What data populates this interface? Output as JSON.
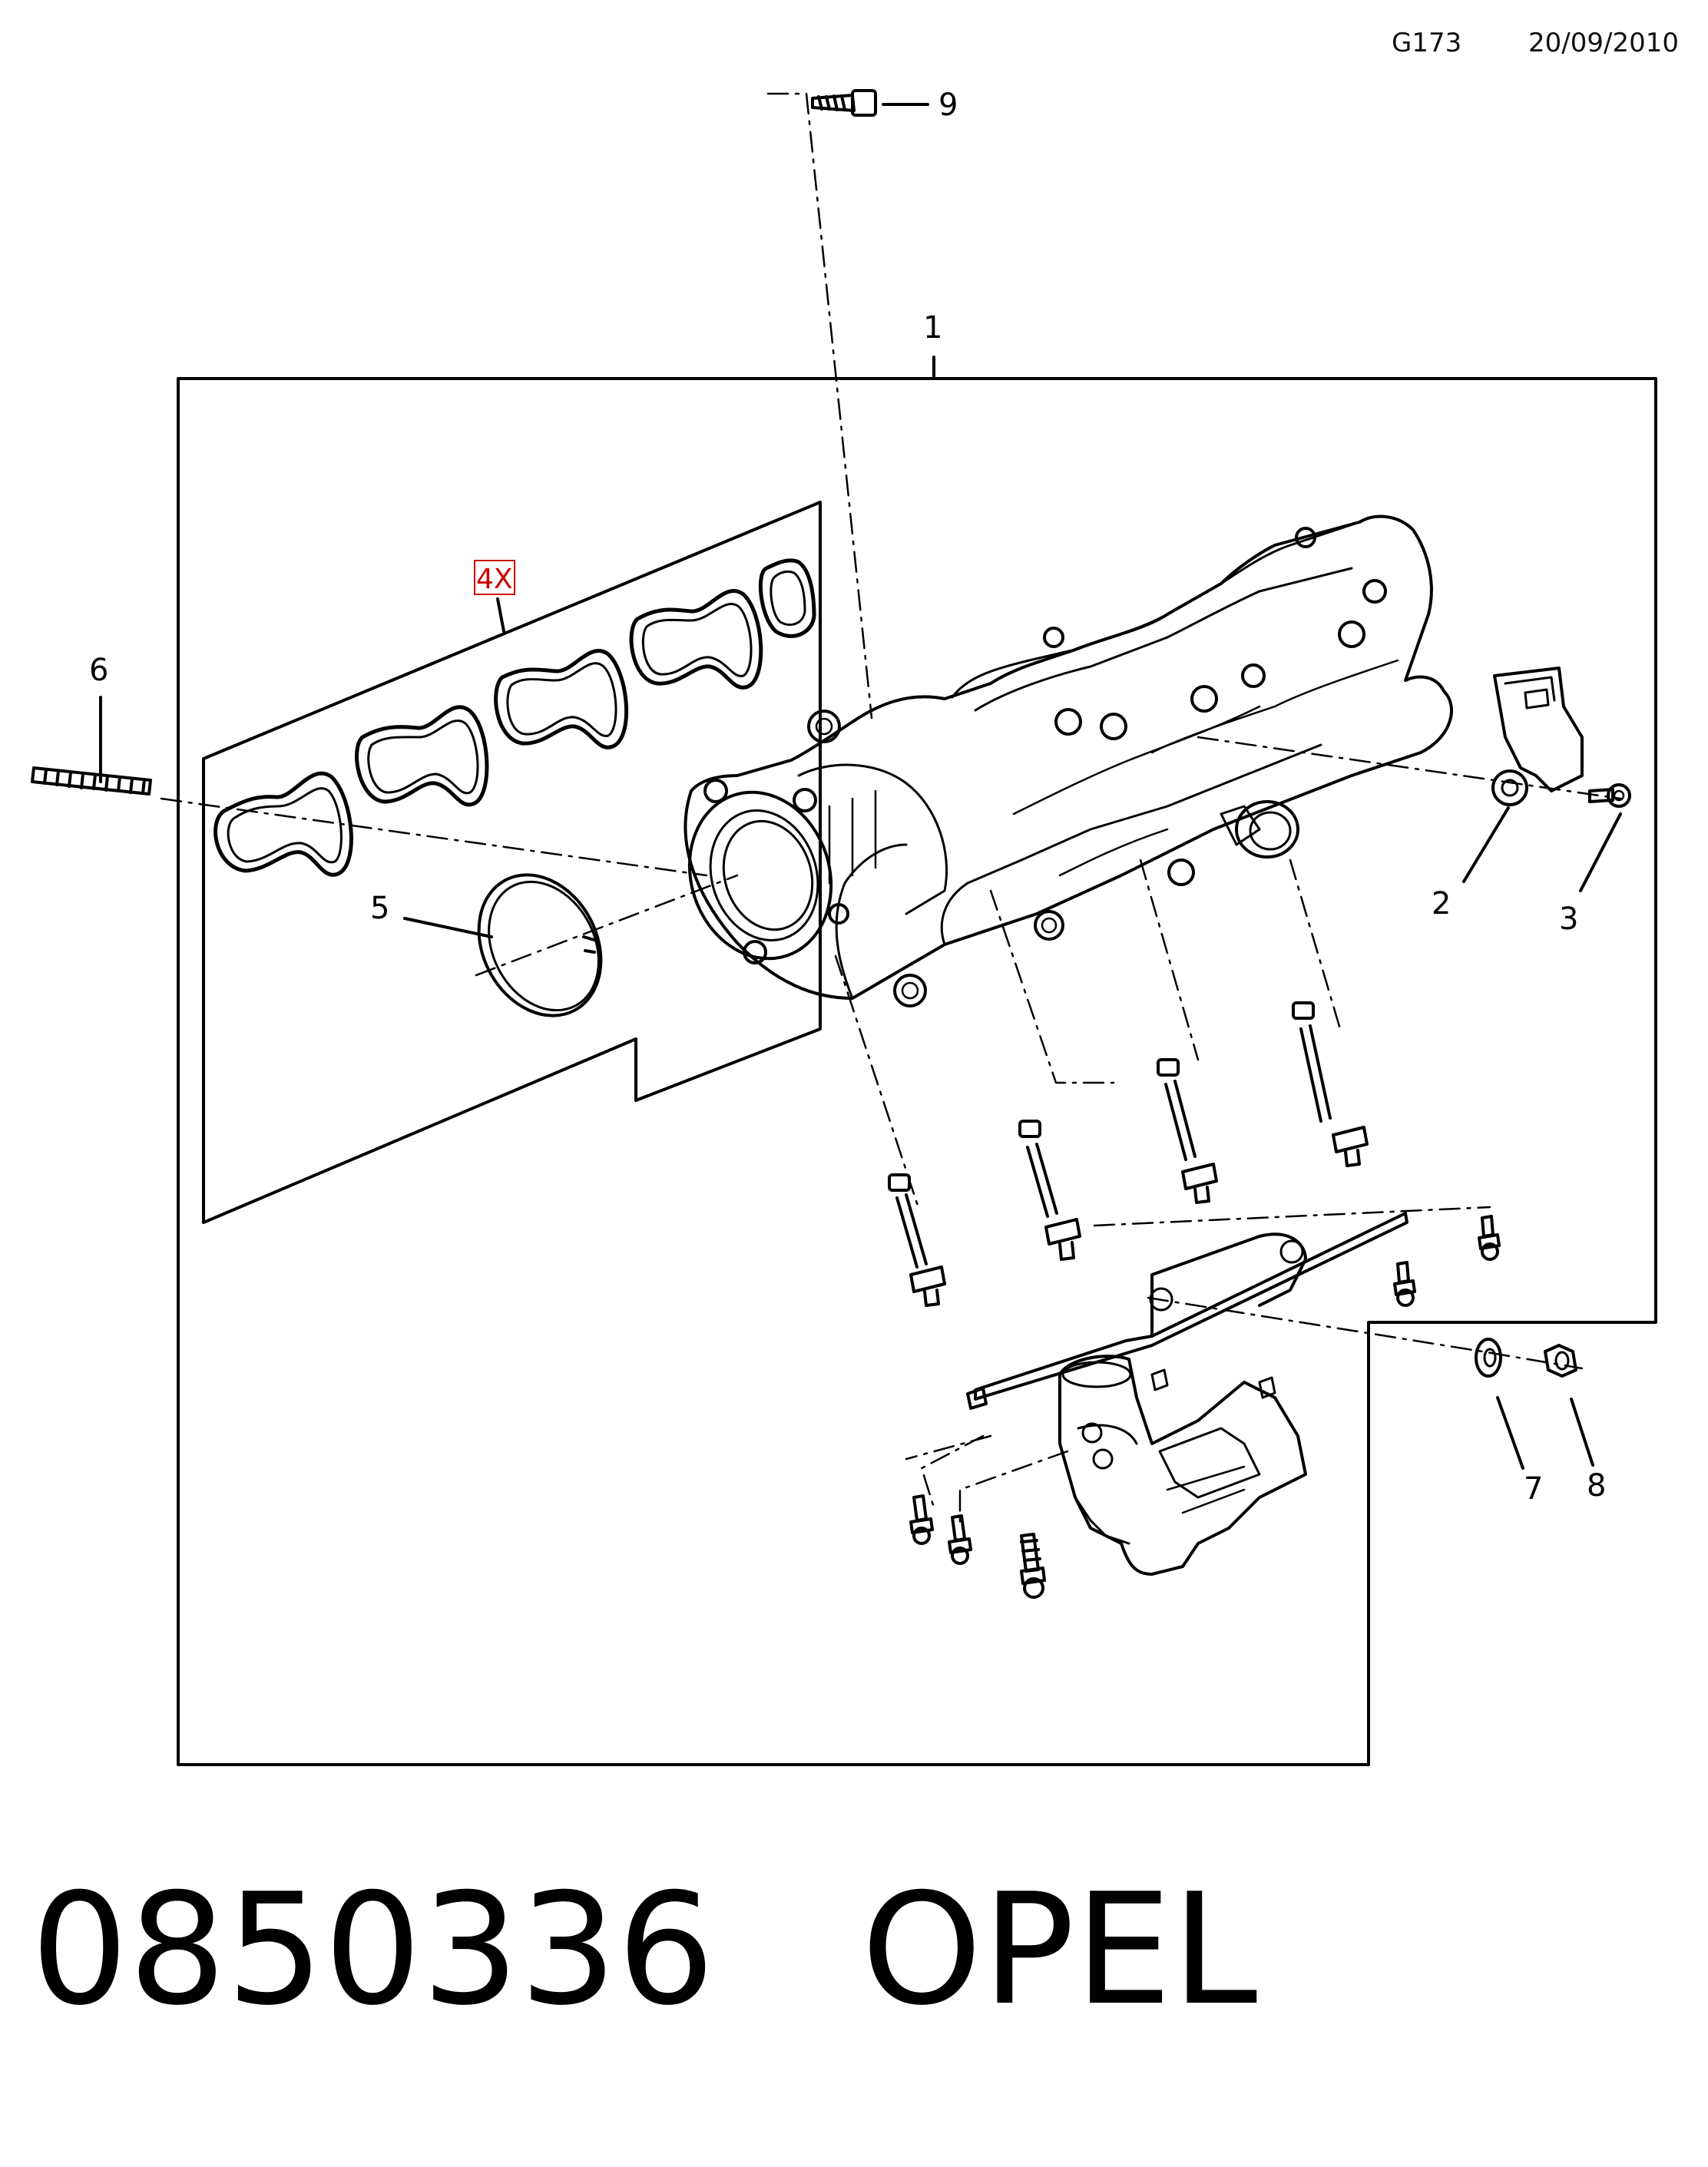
{
  "header": {
    "code": "G173",
    "date": "20/09/2010"
  },
  "callouts": [
    "1",
    "2",
    "3",
    "4X",
    "5",
    "6",
    "7",
    "8",
    "9"
  ],
  "footer": {
    "part_number": "0850336",
    "brand": "OPEL"
  },
  "colors": {
    "line": "#000000",
    "quantity_marker": "#cc0000"
  }
}
